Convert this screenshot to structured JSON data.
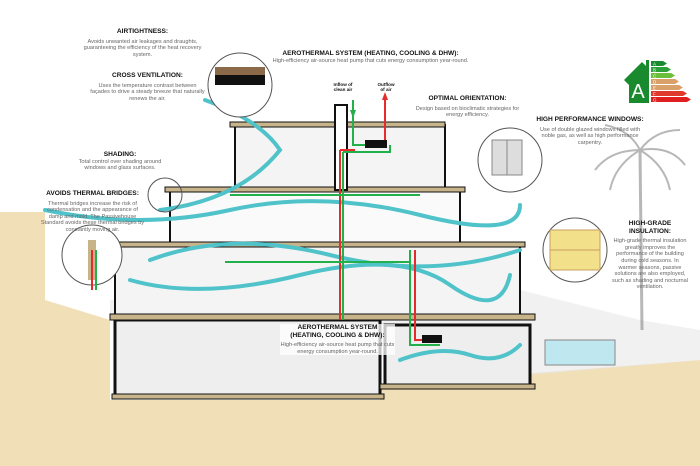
{
  "airtightness": {
    "title": "AIRTIGHTNESS:",
    "text": "Avoids unwanted air leakages and draughts, guaranteeing the efficiency of the heat recovery system."
  },
  "cross_ventilation": {
    "title": "CROSS VENTILATION:",
    "text": "Uses the temperature contrast between façades to drive a steady breeze that naturally renews the air."
  },
  "shading": {
    "title": "SHADING:",
    "text": "Total control over shading around windows and glass surfaces."
  },
  "thermal_bridges": {
    "title": "AVOIDS THERMAL BRIDGES:",
    "text": "Thermal bridges increase the risk of condensation and the appearance of damp and mold. The Passivehouse Standard avoids these thermal bridges by constantly moving air."
  },
  "aerothermal_top": {
    "title": "AEROTHERMAL SYSTEM (HEATING, COOLING & DHW):",
    "text": "High-efficiency air-source heat pump that cuts energy consumption year-round."
  },
  "inflow": "Inflow of clean air",
  "outflow": "Outflow of air",
  "orientation": {
    "title": "OPTIMAL ORIENTATION:",
    "text": "Design based on bioclimatic strategies for energy efficiency."
  },
  "windows": {
    "title": "HIGH PERFORMANCE WINDOWS:",
    "text": "Use of double glazed windows filled with noble gas, as well as high performance carpentry."
  },
  "insulation": {
    "title": "HIGH-GRADE INSULATION:",
    "text": "High-grade thermal insulation greatly improves the performance of the building during cold seasons. In warmer seasons, passive solutions are also employed, such as shading and nocturnal ventilation."
  },
  "aerothermal_bottom": {
    "title": "AEROTHERMAL SYSTEM (HEATING, COOLING & DHW):",
    "text": "High-efficiency air-source heat pump that cuts energy consumption year-round."
  },
  "energy_label": {
    "rating": "A",
    "classes": [
      "A",
      "B",
      "C",
      "D",
      "E",
      "F",
      "G"
    ],
    "colors": [
      "#1a8a2e",
      "#2ea03a",
      "#6cbf3a",
      "#d9a06a",
      "#d9a06a",
      "#e03a2a",
      "#e02020"
    ]
  },
  "colors": {
    "air": "#4fc3c9",
    "hot": "#e52b2b",
    "cold": "#22b04b",
    "slab": "#c8b48a",
    "ground": "#f1dfb8"
  }
}
